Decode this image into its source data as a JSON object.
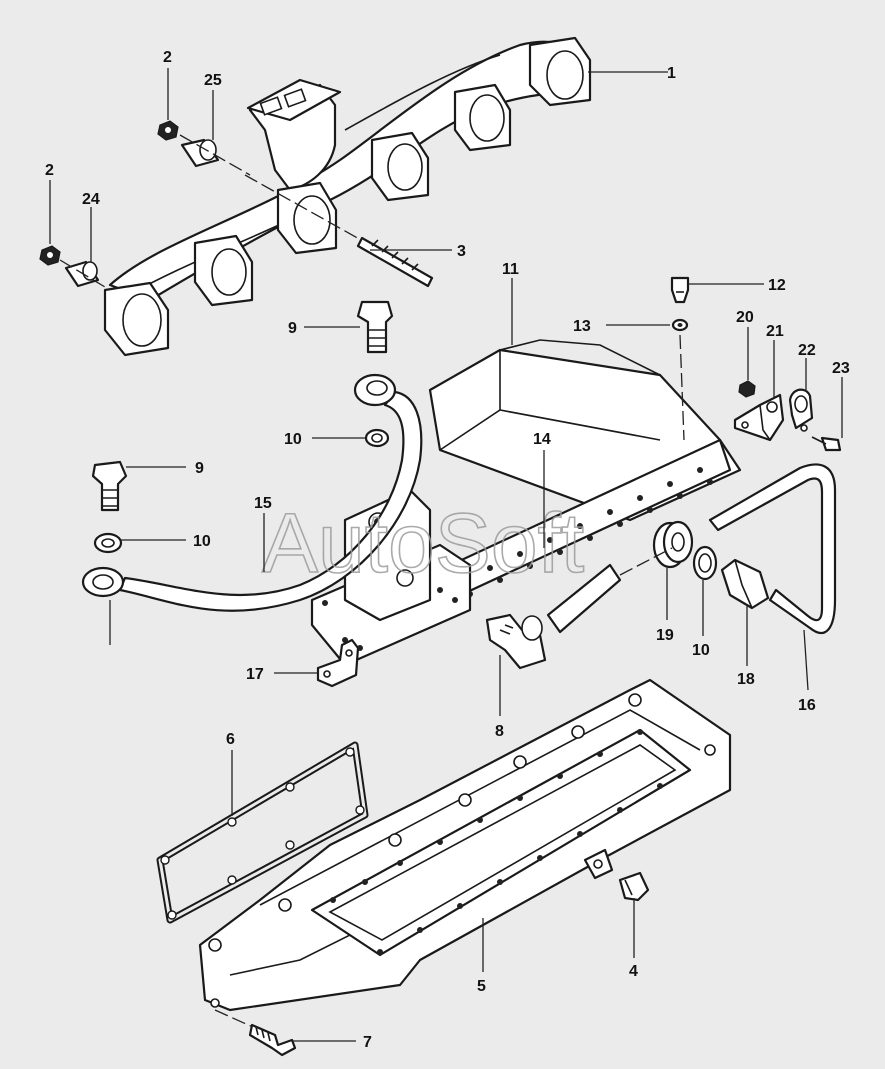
{
  "watermark": "AutoSoft",
  "callouts": [
    {
      "id": "c1",
      "text": "1"
    },
    {
      "id": "c2a",
      "text": "2"
    },
    {
      "id": "c25",
      "text": "25"
    },
    {
      "id": "c2b",
      "text": "2"
    },
    {
      "id": "c24",
      "text": "24"
    },
    {
      "id": "c3",
      "text": "3"
    },
    {
      "id": "c11",
      "text": "11"
    },
    {
      "id": "c12",
      "text": "12"
    },
    {
      "id": "c13",
      "text": "13"
    },
    {
      "id": "c20",
      "text": "20"
    },
    {
      "id": "c21",
      "text": "21"
    },
    {
      "id": "c22",
      "text": "22"
    },
    {
      "id": "c23",
      "text": "23"
    },
    {
      "id": "c9a",
      "text": "9"
    },
    {
      "id": "c10a",
      "text": "10"
    },
    {
      "id": "c14",
      "text": "14"
    },
    {
      "id": "c9b",
      "text": "9"
    },
    {
      "id": "c15",
      "text": "15"
    },
    {
      "id": "c10b",
      "text": "10"
    },
    {
      "id": "c19",
      "text": "19"
    },
    {
      "id": "c10c",
      "text": "10"
    },
    {
      "id": "c18",
      "text": "18"
    },
    {
      "id": "c16",
      "text": "16"
    },
    {
      "id": "c17",
      "text": "17"
    },
    {
      "id": "c8",
      "text": "8"
    },
    {
      "id": "c6",
      "text": "6"
    },
    {
      "id": "c5",
      "text": "5"
    },
    {
      "id": "c4",
      "text": "4"
    },
    {
      "id": "c7",
      "text": "7"
    }
  ]
}
